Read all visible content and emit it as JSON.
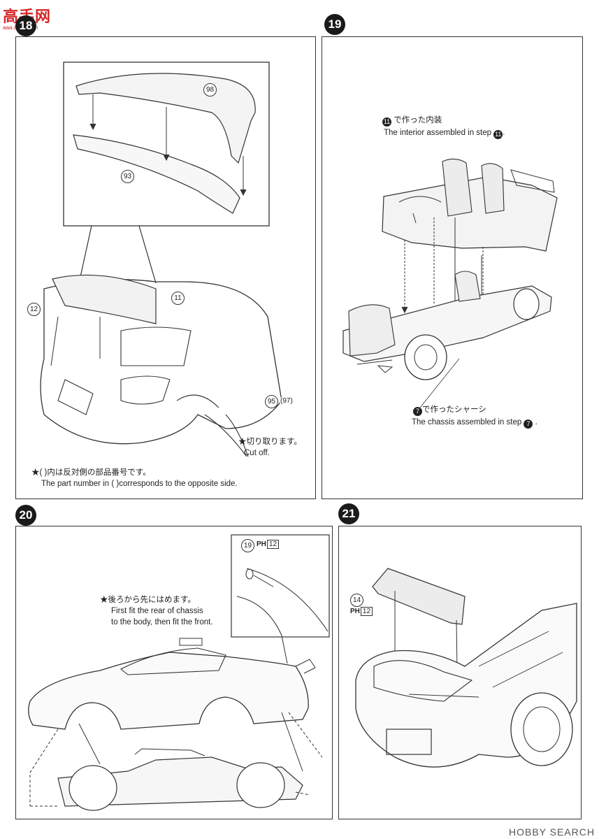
{
  "watermark": {
    "logo_text": "高手网",
    "logo_sub": "aaa.shop.com",
    "site": "HOBBY SEARCH"
  },
  "steps": [
    {
      "number": "18"
    },
    {
      "number": "19"
    },
    {
      "number": "20"
    },
    {
      "number": "21"
    }
  ],
  "step18": {
    "parts": {
      "wing": "98",
      "wing_base": "93",
      "rear_panel": "12",
      "window": "11",
      "fender": "95",
      "fender_alt": "(97)"
    },
    "cut_jp": "★切り取ります。",
    "cut_en": "Cut off.",
    "note_jp": "★(      )内は反対側の部品番号です。",
    "note_en": "The part number in (   )corresponds to the opposite side."
  },
  "step19": {
    "interior_jp": "で作った内装",
    "interior_en": "The interior assembled in step",
    "interior_step": "11",
    "chassis_jp": "で作ったシャーシ",
    "chassis_en": "The chassis assembled in step",
    "chassis_step": "7",
    "period": "."
  },
  "step20": {
    "part": "19",
    "ph_label": "PH",
    "ph_num": "12",
    "instr_jp": "★後ろから先にはめます。",
    "instr_en_1": "First fit the rear of chassis",
    "instr_en_2": "to the body, then fit the front."
  },
  "step21": {
    "part": "14",
    "ph_label": "PH",
    "ph_num": "12"
  }
}
